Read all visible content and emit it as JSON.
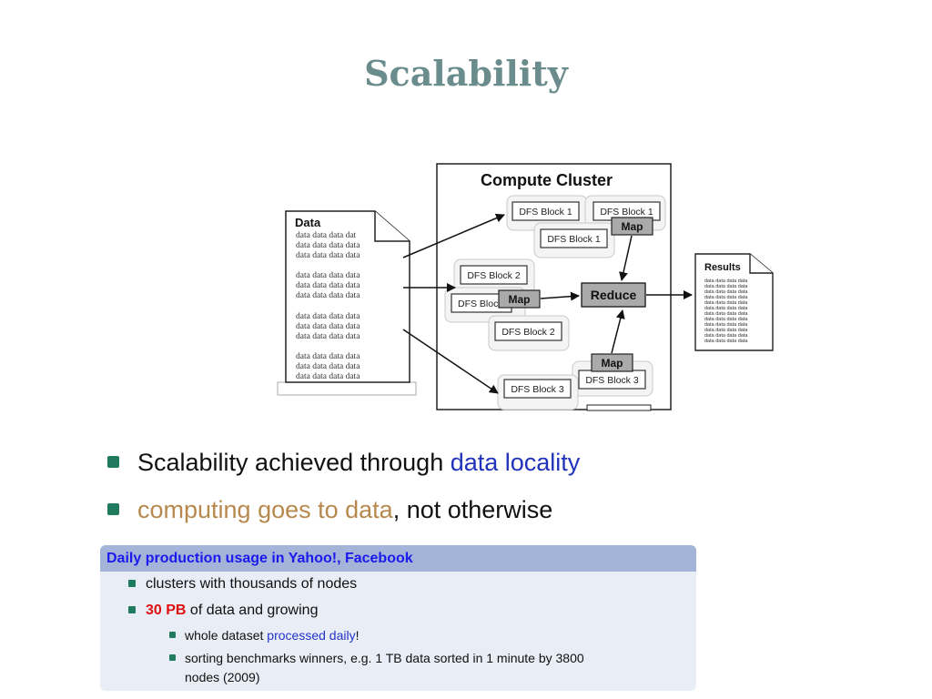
{
  "slide": {
    "title": "Scalability"
  },
  "diagram": {
    "cluster_title": "Compute Cluster",
    "data_title": "Data",
    "data_line": "data data data data",
    "data_line_first": "data data data dat",
    "results_title": "Results",
    "results_line": "data data data data",
    "dfs_block_1": "DFS Block 1",
    "dfs_block_1_clipped": "DFS Block 1",
    "dfs_block_2": "DFS Block 2",
    "dfs_block_2_clipped": "DFS Bloc",
    "dfs_block_3": "DFS Block 3",
    "map": "Map",
    "reduce": "Reduce"
  },
  "bullets": {
    "b1_plain": "Scalability achieved through ",
    "b1_highlight": "data locality",
    "b2_highlight": "computing goes to data",
    "b2_plain": ", not otherwise"
  },
  "block": {
    "header": "Daily production usage in Yahoo!, Facebook",
    "item1": "clusters with thousands of nodes",
    "item2_bold": "30 PB",
    "item2_rest": " of data and growing",
    "sub1_plain": "whole dataset ",
    "sub1_link": "processed daily",
    "sub1_end": "!",
    "sub2_line1": "sorting benchmarks winners, e.g. 1 TB data sorted in 1 minute by 3800",
    "sub2_line2": "nodes (2009)"
  },
  "colors": {
    "title": "#6b8c8c",
    "accent_blue": "#2233bb",
    "accent_tan": "#b8894f",
    "bullet_green": "#1f7a5e",
    "block_header_bg": "#a4b3d8",
    "block_body_bg": "#e9edf5",
    "highlight_red": "#e01010"
  }
}
